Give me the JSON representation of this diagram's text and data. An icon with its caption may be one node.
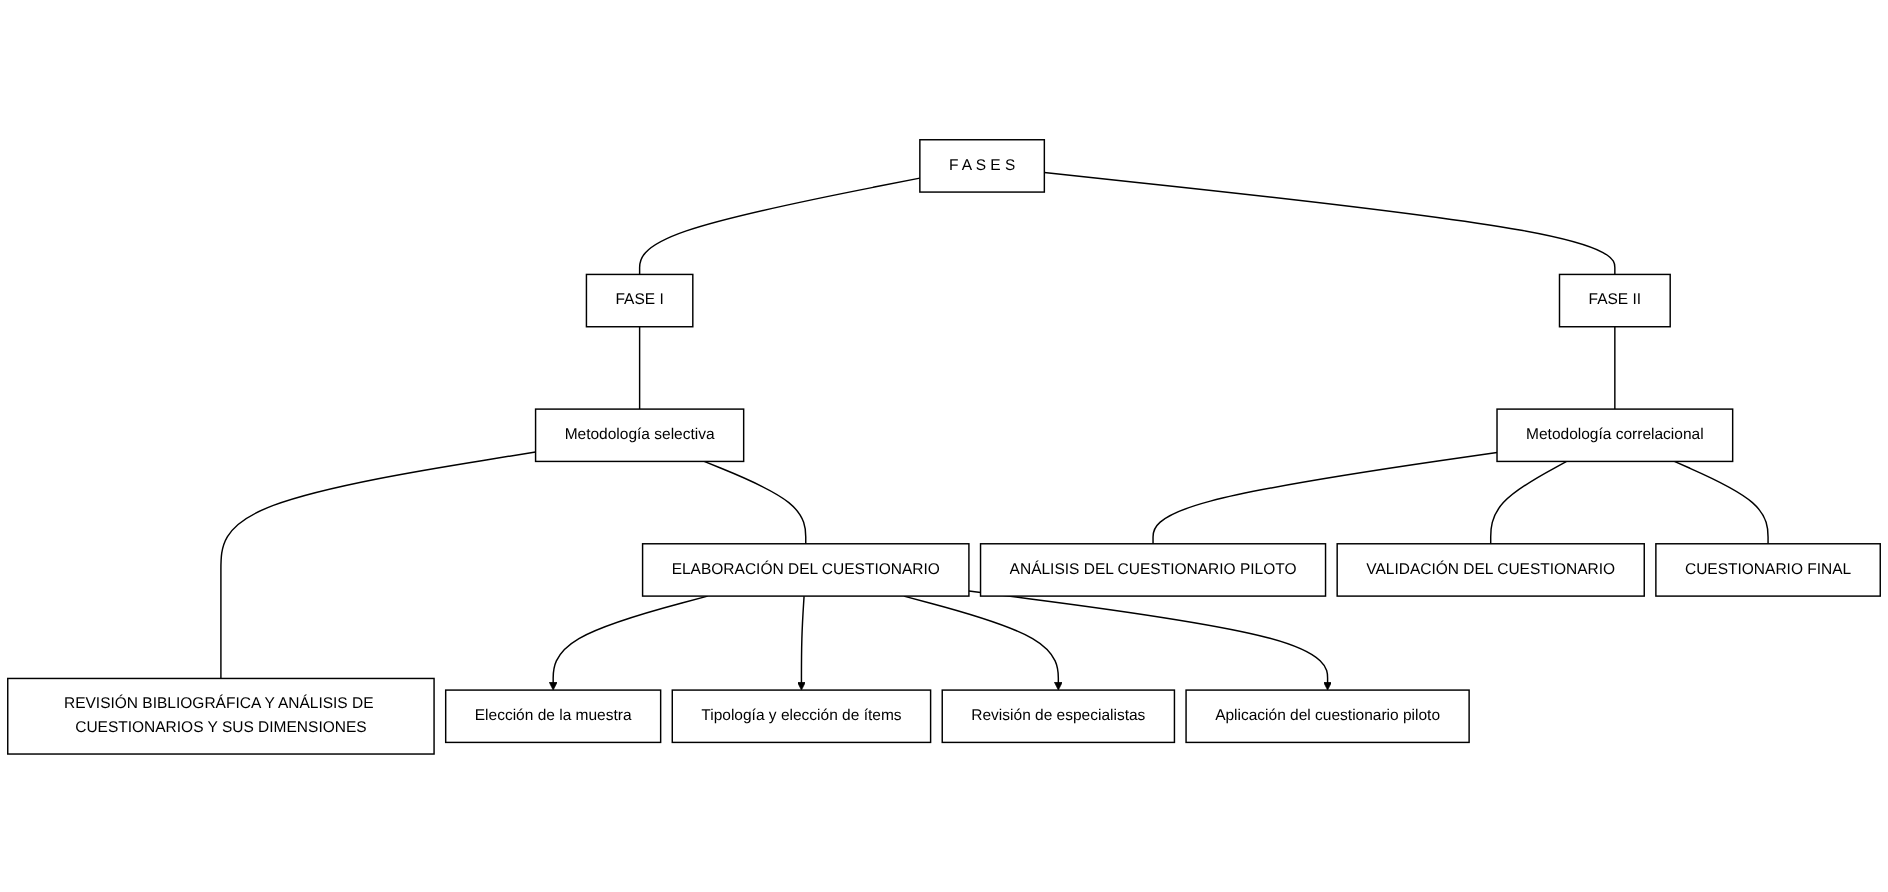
{
  "diagram": {
    "nodes": [
      {
        "text": [
          "F A S E S"
        ]
      },
      {
        "text": [
          "FASE I"
        ]
      },
      {
        "text": [
          "Metodología selectiva"
        ]
      },
      {
        "text": [
          "REVISIÓN BIBLIOGRÁFICA Y ANÁLISIS DE CUESTIONARIOS Y SUS DIMENSIONES"
        ]
      },
      {
        "text": [
          "ELABORACIÓN DEL CUESTIONARIO"
        ]
      },
      {
        "text": [
          "Elección de la muestra"
        ]
      },
      {
        "text": [
          "Tipología y elección de ítems"
        ]
      },
      {
        "text": [
          "Revisión de especialistas"
        ]
      },
      {
        "text": [
          "Aplicación del cuestionario piloto"
        ]
      },
      {
        "text": [
          "FASE II"
        ]
      },
      {
        "text": [
          "Metodología correlacional"
        ]
      },
      {
        "text": [
          "ANÁLISIS DEL CUESTIONARIO PILOTO"
        ]
      },
      {
        "text": [
          "VALIDACIÓN DEL CUESTIONARIO"
        ]
      },
      {
        "text": [
          "CUESTIONARIO FINAL"
        ]
      }
    ],
    "edges": [
      {
        "from": 0,
        "to": 1,
        "arrow": "none"
      },
      {
        "from": 0,
        "to": 9,
        "arrow": "none"
      },
      {
        "from": 1,
        "to": 2,
        "arrow": "none"
      },
      {
        "from": 2,
        "to": 3,
        "arrow": "none"
      },
      {
        "from": 2,
        "to": 4,
        "arrow": "none"
      },
      {
        "from": 4,
        "to": 5,
        "arrow": "to"
      },
      {
        "from": 4,
        "to": 6,
        "arrow": "to"
      },
      {
        "from": 4,
        "to": 7,
        "arrow": "to"
      },
      {
        "from": 4,
        "to": 8,
        "arrow": "to"
      },
      {
        "from": 9,
        "to": 10,
        "arrow": "none"
      },
      {
        "from": 10,
        "to": 11,
        "arrow": "none"
      },
      {
        "from": 10,
        "to": 12,
        "arrow": "none"
      },
      {
        "from": 10,
        "to": 13,
        "arrow": "none"
      }
    ]
  }
}
